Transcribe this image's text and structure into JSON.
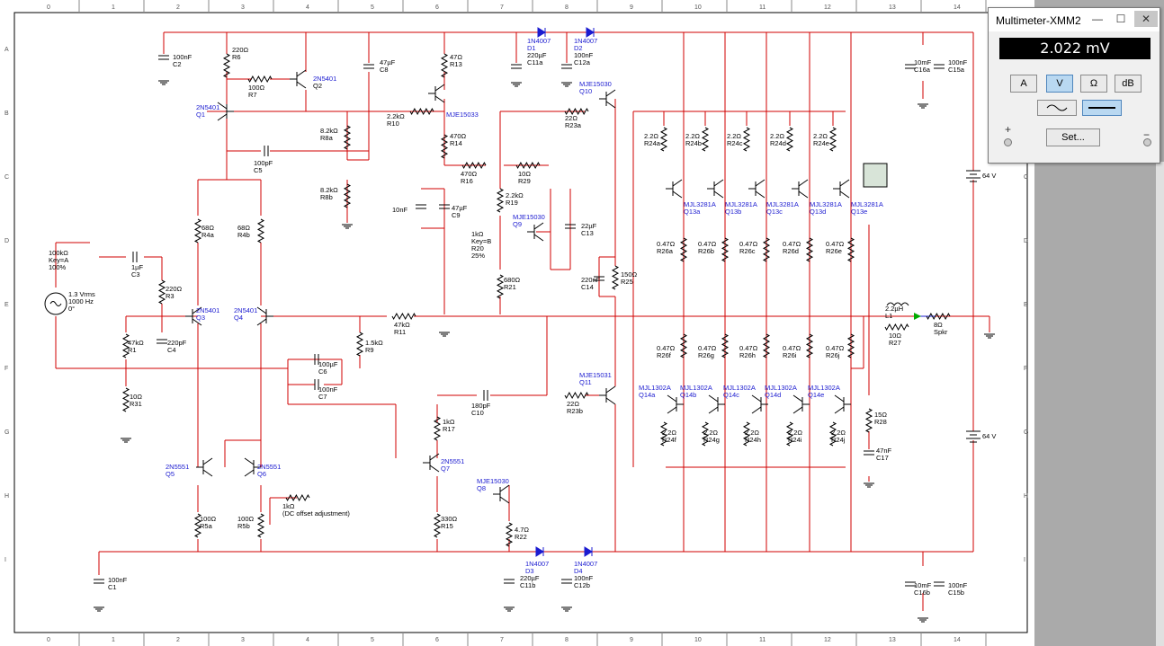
{
  "rulers": {
    "columns": [
      "0",
      "1",
      "2",
      "3",
      "4",
      "5",
      "6",
      "7",
      "8",
      "9",
      "10",
      "11",
      "12",
      "13",
      "14"
    ],
    "rows": [
      "A",
      "B",
      "C",
      "D",
      "E",
      "F",
      "G",
      "H",
      "I"
    ]
  },
  "components": {
    "C2": [
      "100nF",
      "C2"
    ],
    "R6": [
      "220Ω",
      "R6"
    ],
    "R7": [
      "100Ω",
      "R7"
    ],
    "Q2": [
      "2N5401",
      "Q2"
    ],
    "C8": [
      "47µF",
      "C8"
    ],
    "Q1": [
      "2N5401",
      "Q1"
    ],
    "R8a": [
      "8.2kΩ",
      "R8a"
    ],
    "R10": [
      "2.2kΩ",
      "R10"
    ],
    "C5": [
      "100pF",
      "C5"
    ],
    "R8b": [
      "8.2kΩ",
      "R8b"
    ],
    "R13": [
      "47Ω",
      "R13"
    ],
    "Q_MJE15033": [
      "MJE15033"
    ],
    "R14": [
      "470Ω",
      "R14"
    ],
    "R16": [
      "470Ω",
      "R16"
    ],
    "R29": [
      "10Ω",
      "R29"
    ],
    "C9": [
      "47µF",
      "C9"
    ],
    "C_10nF": [
      "10nF"
    ],
    "R19": [
      "2.2kΩ",
      "R19"
    ],
    "Q9": [
      "MJE15030",
      "Q9"
    ],
    "C13": [
      "22µF",
      "C13"
    ],
    "R20": [
      "1kΩ",
      "Key=B",
      "R20",
      "25%"
    ],
    "R21": [
      "680Ω",
      "R21"
    ],
    "D1": [
      "1N4007",
      "D1"
    ],
    "C11a": [
      "220µF",
      "C11a"
    ],
    "D2": [
      "1N4007",
      "D2"
    ],
    "C12a": [
      "100nF",
      "C12a"
    ],
    "Q10": [
      "MJE15030",
      "Q10"
    ],
    "R23a": [
      "22Ω",
      "R23a"
    ],
    "C14": [
      "220nF",
      "C14"
    ],
    "R25": [
      "150Ω",
      "R25"
    ],
    "R24a": [
      "2.2Ω",
      "R24a"
    ],
    "R24b": [
      "2.2Ω",
      "R24b"
    ],
    "R24c": [
      "2.2Ω",
      "R24c"
    ],
    "R24d": [
      "2.2Ω",
      "R24d"
    ],
    "R24e": [
      "2.2Ω",
      "R24e"
    ],
    "Q13a": [
      "MJL3281A",
      "Q13a"
    ],
    "Q13b": [
      "MJL3281A",
      "Q13b"
    ],
    "Q13c": [
      "MJL3281A",
      "Q13c"
    ],
    "Q13d": [
      "MJL3281A",
      "Q13d"
    ],
    "Q13e": [
      "MJL3281A",
      "Q13e"
    ],
    "R26a": [
      "0.47Ω",
      "R26a"
    ],
    "R26b": [
      "0.47Ω",
      "R26b"
    ],
    "R26c": [
      "0.47Ω",
      "R26c"
    ],
    "R26d": [
      "0.47Ω",
      "R26d"
    ],
    "R26e": [
      "0.47Ω",
      "R26e"
    ],
    "R26f": [
      "0.47Ω",
      "R26f"
    ],
    "R26g": [
      "0.47Ω",
      "R26g"
    ],
    "R26h": [
      "0.47Ω",
      "R26h"
    ],
    "R26i": [
      "0.47Ω",
      "R26i"
    ],
    "R26j": [
      "0.47Ω",
      "R26j"
    ],
    "Q14a": [
      "MJL1302A",
      "Q14a"
    ],
    "Q14b": [
      "MJL1302A",
      "Q14b"
    ],
    "Q14c": [
      "MJL1302A",
      "Q14c"
    ],
    "Q14d": [
      "MJL1302A",
      "Q14d"
    ],
    "Q14e": [
      "MJL1302A",
      "Q14e"
    ],
    "R24f": [
      "2.2Ω",
      "R24f"
    ],
    "R24g": [
      "2.2Ω",
      "R24g"
    ],
    "R24h": [
      "2.2Ω",
      "R24h"
    ],
    "R24i": [
      "2.2Ω",
      "R24i"
    ],
    "R24j": [
      "2.2Ω",
      "R24j"
    ],
    "C16a": [
      "10mF",
      "C16a"
    ],
    "C15a": [
      "100nF",
      "C15a"
    ],
    "C16b": [
      "10mF",
      "C16b"
    ],
    "C15b": [
      "100nF",
      "C15b"
    ],
    "V64a": [
      "64 V"
    ],
    "V64b": [
      "64 V"
    ],
    "L1": [
      "2.2µH",
      "L1"
    ],
    "R27": [
      "10Ω",
      "R27"
    ],
    "Spkr": [
      "8Ω",
      "Spkr"
    ],
    "R28": [
      "15Ω",
      "R28"
    ],
    "C17": [
      "47nF",
      "C17"
    ],
    "R100k": [
      "100kΩ",
      "Key=A",
      "100%"
    ],
    "Vsrc": [
      "1.3 Vrms",
      "1000 Hz",
      "0°"
    ],
    "C3": [
      "1µF",
      "C3"
    ],
    "R3": [
      "220Ω",
      "R3"
    ],
    "R1": [
      "47kΩ",
      "R1"
    ],
    "C4": [
      "220pF",
      "C4"
    ],
    "R31": [
      "10Ω",
      "R31"
    ],
    "R4a": [
      "68Ω",
      "R4a"
    ],
    "R4b": [
      "68Ω",
      "R4b"
    ],
    "Q3": [
      "2N5401",
      "Q3"
    ],
    "Q4": [
      "2N5401",
      "Q4"
    ],
    "R11": [
      "47kΩ",
      "R11"
    ],
    "R9": [
      "1.5kΩ",
      "R9"
    ],
    "C6": [
      "100µF",
      "C6"
    ],
    "C7": [
      "100nF",
      "C7"
    ],
    "C10": [
      "180pF",
      "C10"
    ],
    "Q11": [
      "MJE15031",
      "Q11"
    ],
    "R23b": [
      "22Ω",
      "R23b"
    ],
    "R17": [
      "1kΩ",
      "R17"
    ],
    "Q7": [
      "2N5551",
      "Q7"
    ],
    "Q8": [
      "MJE15030",
      "Q8"
    ],
    "R15": [
      "330Ω",
      "R15"
    ],
    "R22": [
      "4.7Ω",
      "R22"
    ],
    "Q5": [
      "2N5551",
      "Q5"
    ],
    "Q6": [
      "2N5551",
      "Q6"
    ],
    "R5a": [
      "100Ω",
      "R5a"
    ],
    "R5b": [
      "100Ω",
      "R5b"
    ],
    "R_DC": [
      "1kΩ",
      "(DC offset adjustment)"
    ],
    "C1": [
      "100nF",
      "C1"
    ],
    "D3": [
      "1N4007",
      "D3"
    ],
    "C11b": [
      "220µF",
      "C11b"
    ],
    "D4": [
      "1N4007",
      "D4"
    ],
    "C12b": [
      "100nF",
      "C12b"
    ]
  },
  "multimeter": {
    "title": "Multimeter-XMM2",
    "reading": "2.022 mV",
    "modes": [
      "A",
      "V",
      "Ω",
      "dB"
    ],
    "active_mode": "V",
    "coupling_active": "DC",
    "set_label": "Set...",
    "plus": "+",
    "minus": "−",
    "win_min": "—",
    "win_max": "☐",
    "win_close": "✕"
  }
}
